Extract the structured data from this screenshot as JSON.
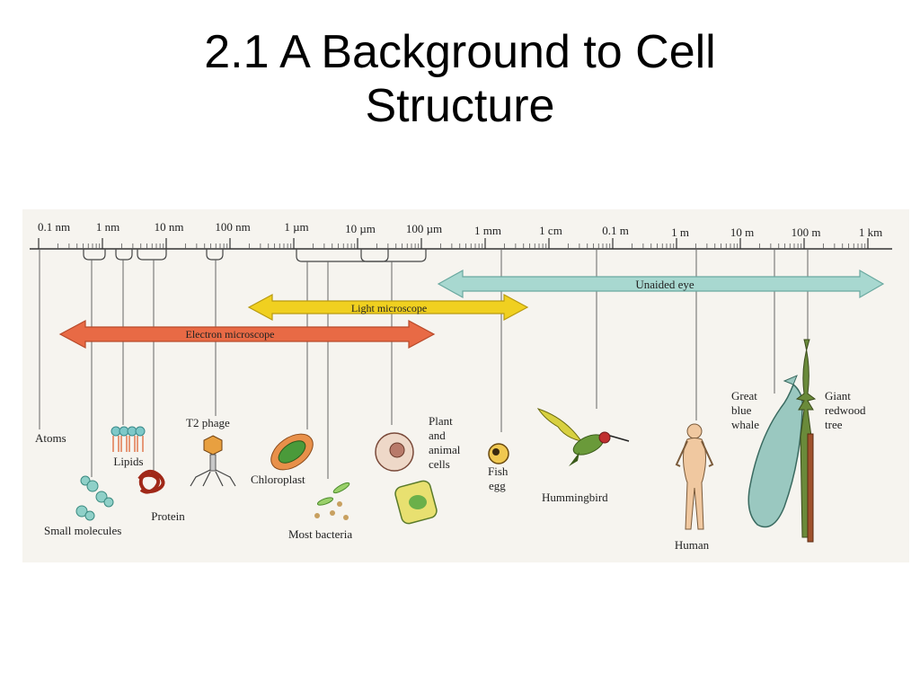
{
  "slide": {
    "title_line1": "2.1 A Background to Cell",
    "title_line2": "Structure"
  },
  "scale": {
    "ticks": [
      "0.1 nm",
      "1 nm",
      "10 nm",
      "100 nm",
      "1 µm",
      "10 µm",
      "100 µm",
      "1 mm",
      "1 cm",
      "0.1 m",
      "1 m",
      "10 m",
      "100 m",
      "1 km"
    ]
  },
  "ranges": {
    "unaided_eye": "Unaided eye",
    "light_microscope": "Light microscope",
    "electron_microscope": "Electron microscope"
  },
  "objects": {
    "atoms": "Atoms",
    "lipids": "Lipids",
    "small_molecules": "Small molecules",
    "protein": "Protein",
    "t2_phage": "T2 phage",
    "chloroplast": "Chloroplast",
    "most_bacteria": "Most bacteria",
    "plant_cells_1": "Plant",
    "plant_cells_2": "and",
    "plant_cells_3": "animal",
    "plant_cells_4": "cells",
    "fish_egg_1": "Fish",
    "fish_egg_2": "egg",
    "hummingbird": "Hummingbird",
    "human": "Human",
    "whale_1": "Great",
    "whale_2": "blue",
    "whale_3": "whale",
    "redwood_1": "Giant",
    "redwood_2": "redwood",
    "redwood_3": "tree"
  },
  "colors": {
    "unaided_eye": "#a8d8d0",
    "light_microscope": "#f0d020",
    "electron_microscope": "#e86a45",
    "figure_bg": "#f6f4ef"
  }
}
